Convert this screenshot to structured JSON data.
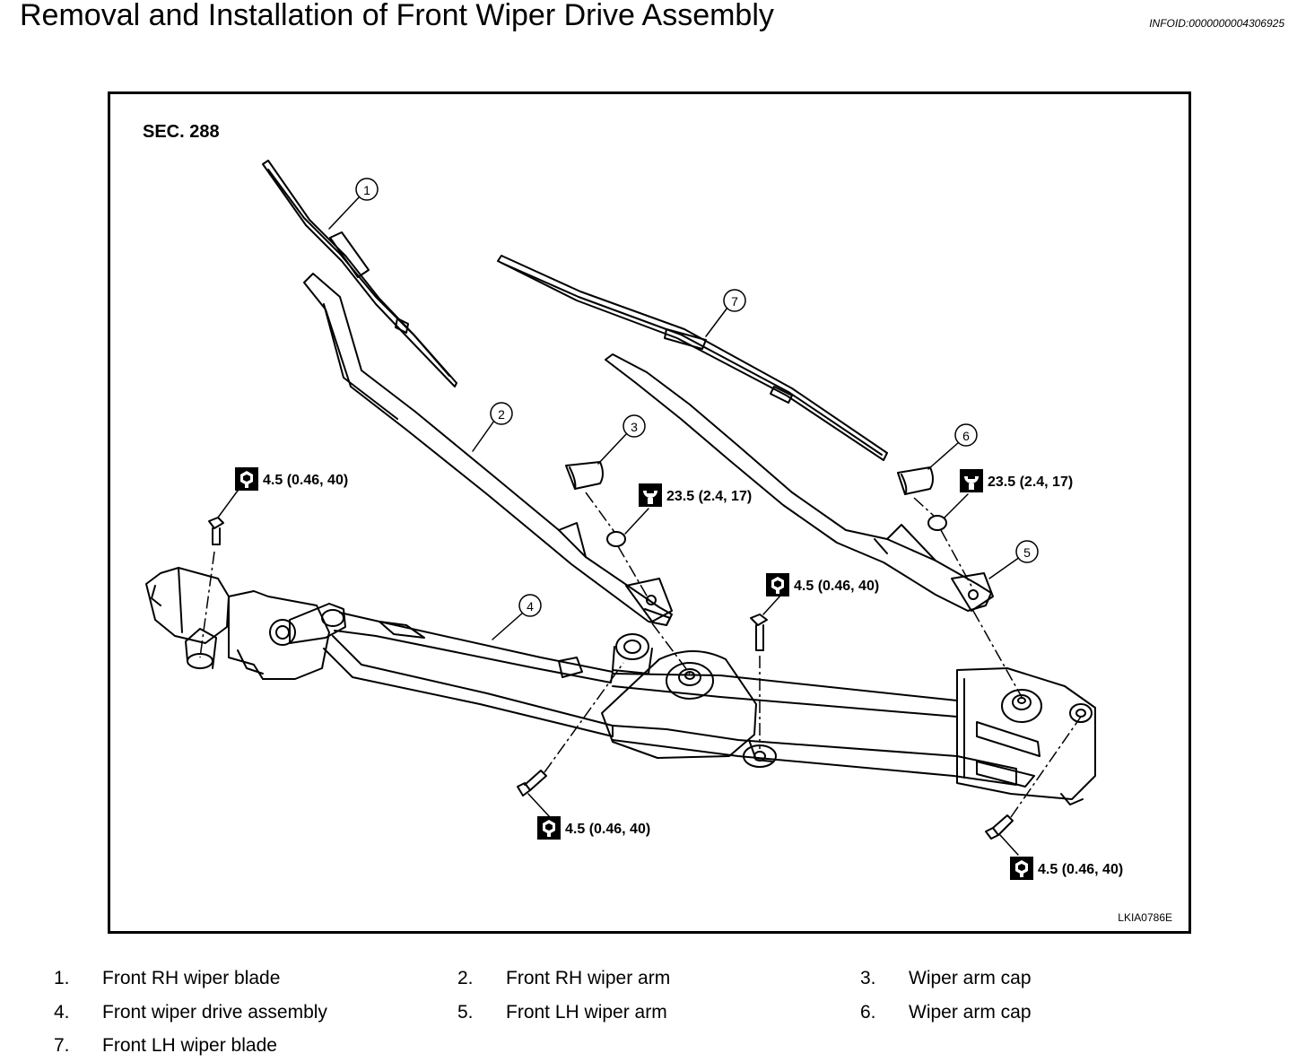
{
  "header": {
    "title": "Removal and Installation of Front Wiper Drive Assembly",
    "info_id": "INFOID:0000000004306925"
  },
  "figure": {
    "section": "SEC. 288",
    "code": "LKIA0786E",
    "callouts": [
      "1",
      "2",
      "3",
      "4",
      "5",
      "6",
      "7"
    ],
    "torques": {
      "motor_top": "4.5 (0.46, 40)",
      "rh_arm_nut": "23.5 (2.4, 17)",
      "lh_arm_nut": "23.5 (2.4, 17)",
      "center_bolt": "4.5 (0.46, 40)",
      "left_bottom_bolt": "4.5 (0.46, 40)",
      "right_bottom_bolt": "4.5 (0.46, 40)"
    }
  },
  "legend": [
    {
      "num": "1.",
      "text": "Front RH wiper blade"
    },
    {
      "num": "2.",
      "text": "Front RH wiper arm"
    },
    {
      "num": "3.",
      "text": "Wiper arm cap"
    },
    {
      "num": "4.",
      "text": "Front wiper drive assembly"
    },
    {
      "num": "5.",
      "text": "Front LH wiper arm"
    },
    {
      "num": "6.",
      "text": "Wiper arm cap"
    },
    {
      "num": "7.",
      "text": "Front LH wiper blade"
    }
  ]
}
